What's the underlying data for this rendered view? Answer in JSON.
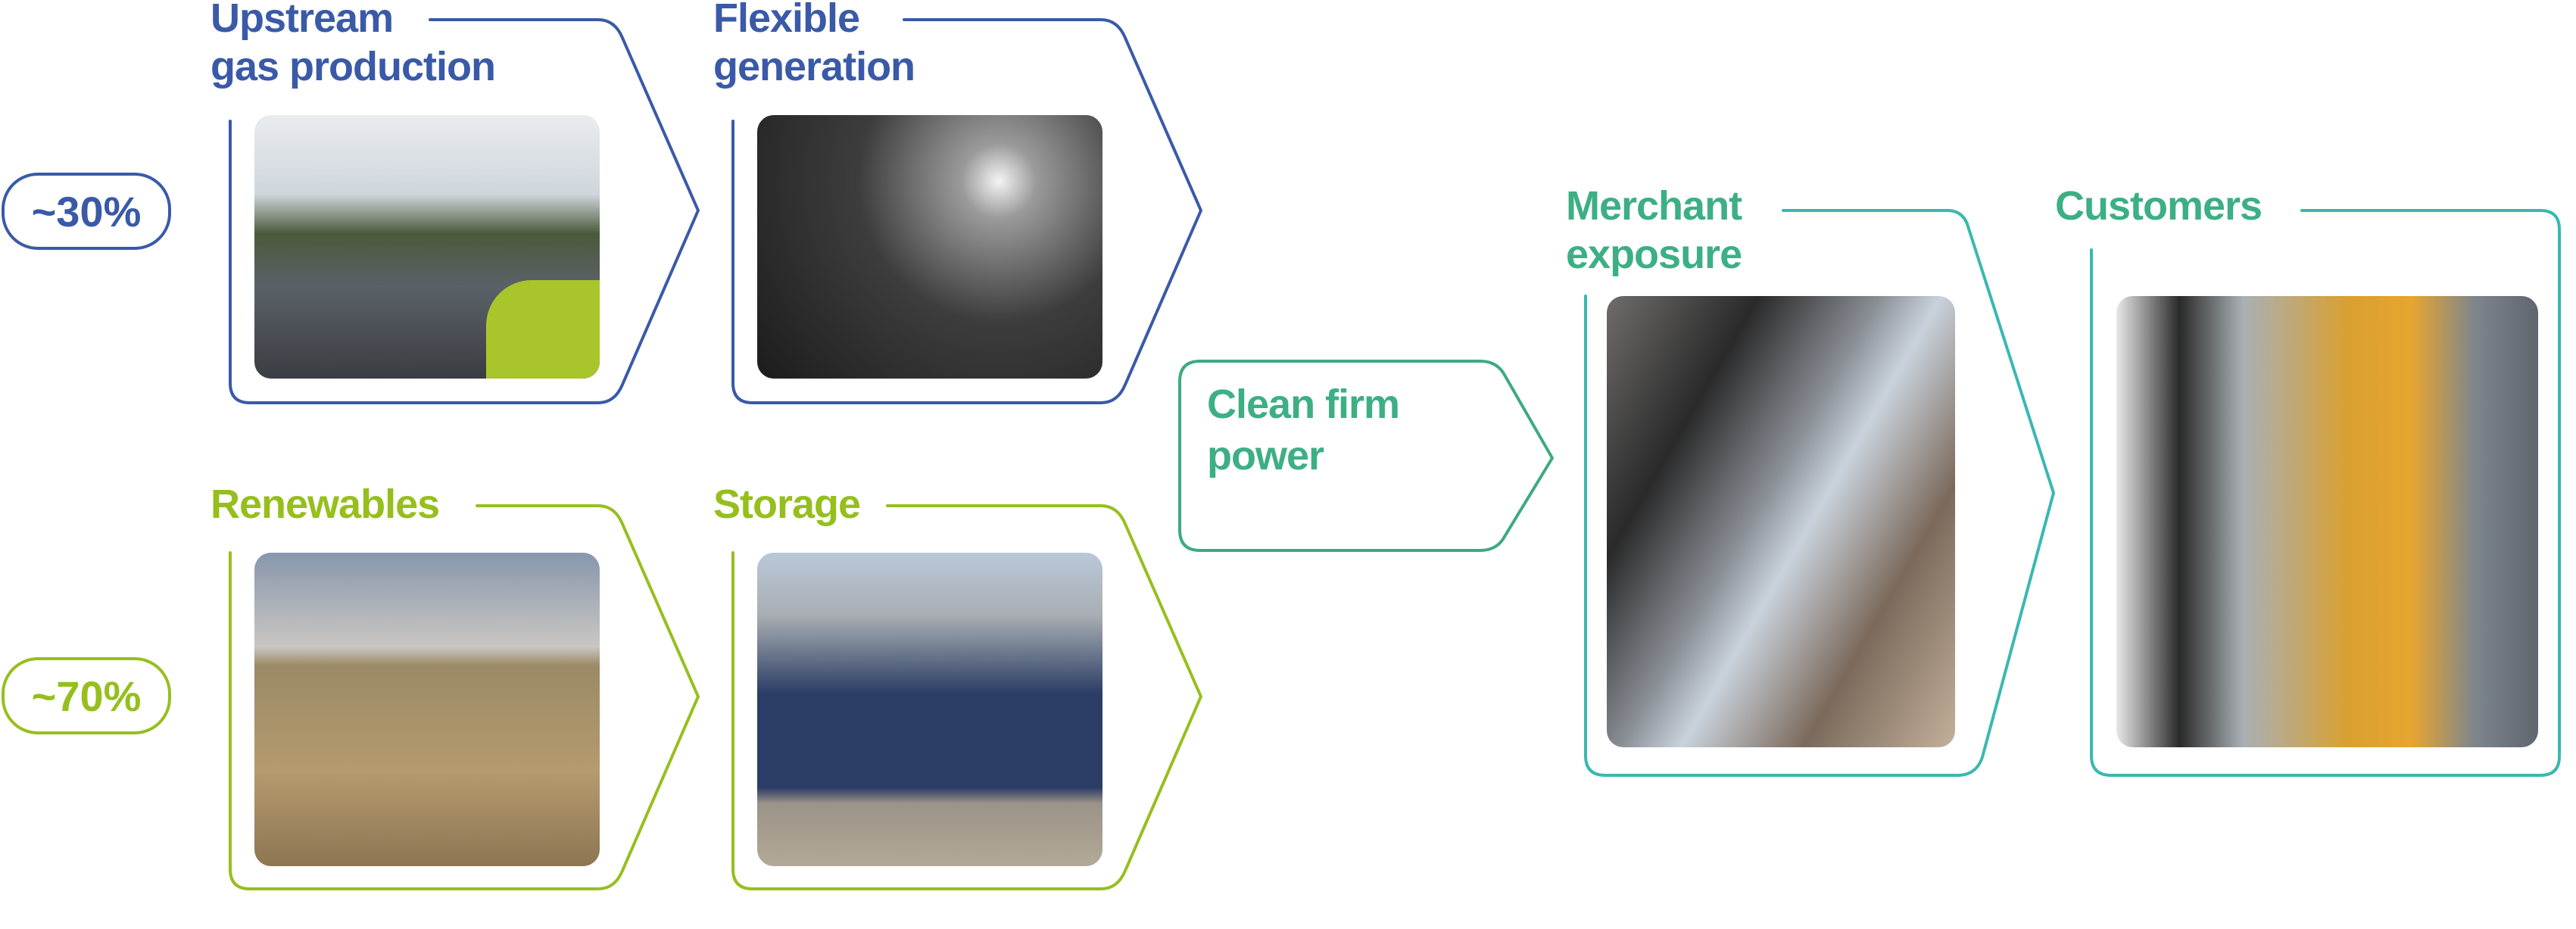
{
  "colors": {
    "gas": "#3a5aa8",
    "renewables": "#96bf1e",
    "downstream_text": "#3daf84",
    "downstream_line": "#3ab8b0"
  },
  "shares": {
    "gas": "~30%",
    "renewables": "~70%"
  },
  "stages": {
    "upstream": {
      "line1": "Upstream",
      "line2": "gas production"
    },
    "flexible": {
      "line1": "Flexible",
      "line2": "generation"
    },
    "renewables": {
      "line1": "Renewables"
    },
    "storage": {
      "line1": "Storage"
    },
    "clean": {
      "line1": "Clean firm",
      "line2": "power"
    },
    "merchant": {
      "line1": "Merchant",
      "line2": "exposure"
    },
    "customers": {
      "line1": "Customers"
    }
  }
}
